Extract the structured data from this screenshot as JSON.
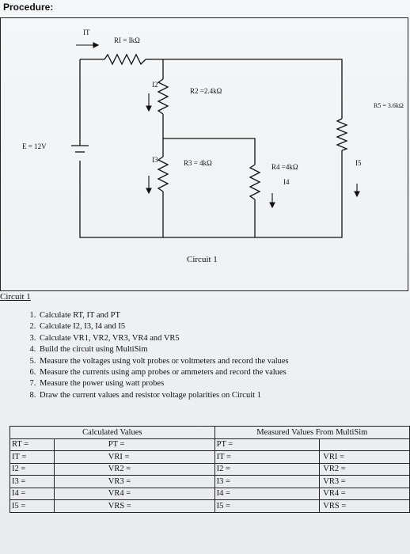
{
  "heading": "Procedure:",
  "circuit": {
    "label_it": "IT",
    "label_r1": "RI = IkΩ",
    "label_i2": "I2",
    "label_r2": "R2 =2.4kΩ",
    "label_r5": "R5 = 3.6kΩ",
    "label_e": "E = 12V",
    "label_i3": "I3",
    "label_r3": "R3 = 4kΩ",
    "label_r4": "R4 =4kΩ",
    "label_i4": "I4",
    "label_i5": "I5",
    "caption": "Circuit 1"
  },
  "section_title": "Circuit 1",
  "steps": [
    "Calculate RT, IT and PT",
    "Calculate I2, I3, I4 and I5",
    "Calculate VR1, VR2, VR3, VR4 and VR5",
    "Build the circuit using MultiSim",
    "Measure the voltages using volt probes or voltmeters and record the values",
    "Measure the currents using amp probes or ammeters and record the values",
    "Measure the power using watt probes",
    "Draw the current values and resistor voltage polarities on Circuit 1"
  ],
  "table": {
    "header_calculated": "Calculated Values",
    "header_measured": "Measured Values From MultiSim",
    "rows": [
      [
        "RT =",
        "PT =",
        "PT =",
        ""
      ],
      [
        "IT =",
        "VRI =",
        "IT =",
        "VRI ="
      ],
      [
        "I2 =",
        "VR2 =",
        "I2 =",
        "VR2 ="
      ],
      [
        "I3 =",
        "VR3 =",
        "I3 =",
        "VR3 ="
      ],
      [
        "I4 =",
        "VR4 =",
        "I4 =",
        "VR4 ="
      ],
      [
        "I5 =",
        "VRS =",
        "I5 =",
        "VRS ="
      ]
    ]
  }
}
